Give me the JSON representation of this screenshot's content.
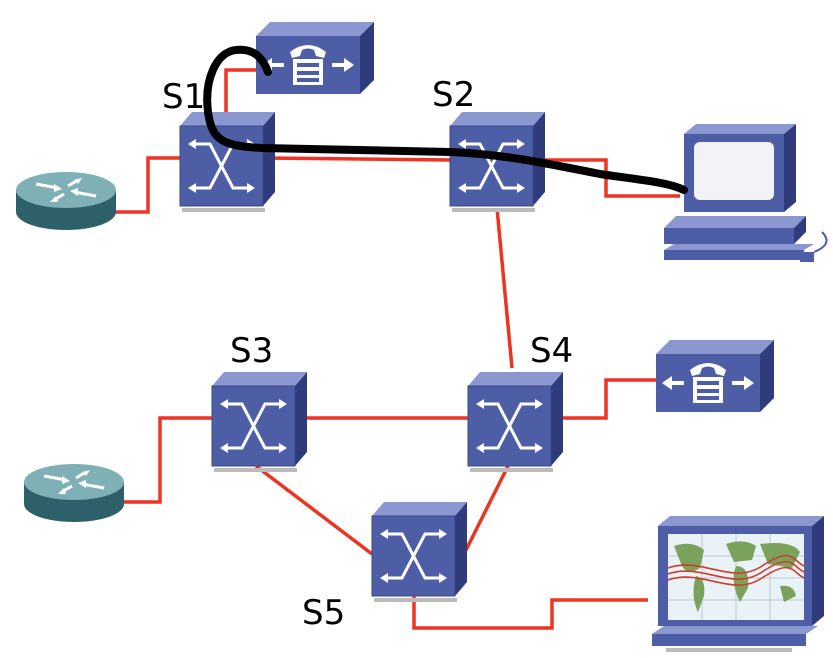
{
  "switches": [
    {
      "id": "s1",
      "label": "S1"
    },
    {
      "id": "s2",
      "label": "S2"
    },
    {
      "id": "s3",
      "label": "S3"
    },
    {
      "id": "s4",
      "label": "S4"
    },
    {
      "id": "s5",
      "label": "S5"
    }
  ],
  "devices": [
    {
      "id": "router-1",
      "type": "router"
    },
    {
      "id": "router-2",
      "type": "router"
    },
    {
      "id": "ip-phone-1",
      "type": "ip-phone"
    },
    {
      "id": "ip-phone-2",
      "type": "ip-phone"
    },
    {
      "id": "workstation",
      "type": "workstation"
    },
    {
      "id": "map-display",
      "type": "map-monitor"
    }
  ],
  "links": [
    [
      "router-1",
      "s1"
    ],
    [
      "s1",
      "ip-phone-1"
    ],
    [
      "s1",
      "s2"
    ],
    [
      "s2",
      "workstation"
    ],
    [
      "s2",
      "s4"
    ],
    [
      "router-2",
      "s3"
    ],
    [
      "s3",
      "s4"
    ],
    [
      "s3",
      "s5"
    ],
    [
      "s4",
      "s5"
    ],
    [
      "s4",
      "ip-phone-2"
    ],
    [
      "s5",
      "map-display"
    ]
  ],
  "highlighted_path": [
    "ip-phone-1",
    "s1",
    "s2",
    "workstation"
  ],
  "colors": {
    "link": "#ee3322",
    "switch_front": "#4a5aa0",
    "switch_top": "#7f8dc8",
    "switch_side": "#2e3a78",
    "router": "#3f7f86",
    "path": "#000000"
  }
}
